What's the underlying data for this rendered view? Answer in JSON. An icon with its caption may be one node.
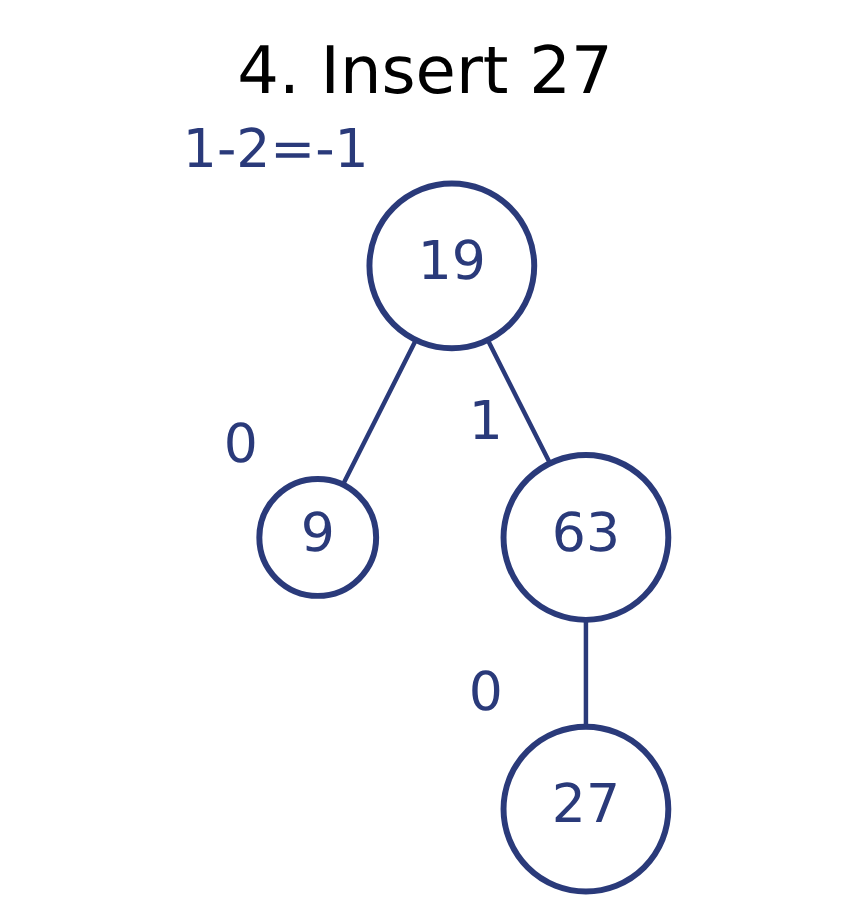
{
  "diagram": {
    "title": "4. Insert 27",
    "nodes": [
      {
        "text": [
          "19"
        ],
        "beside": [
          "1-2=-1"
        ]
      },
      {
        "text": [
          "9"
        ],
        "beside": [
          "0"
        ]
      },
      {
        "text": [
          "63"
        ],
        "beside": [
          "1"
        ]
      },
      {
        "text": [
          "27"
        ],
        "beside": [
          "0"
        ]
      }
    ],
    "edges": [
      {
        "from": 0,
        "to": 1,
        "arrow": "none"
      },
      {
        "from": 0,
        "to": 2,
        "arrow": "none"
      },
      {
        "from": 2,
        "to": 3,
        "arrow": "none"
      }
    ]
  }
}
